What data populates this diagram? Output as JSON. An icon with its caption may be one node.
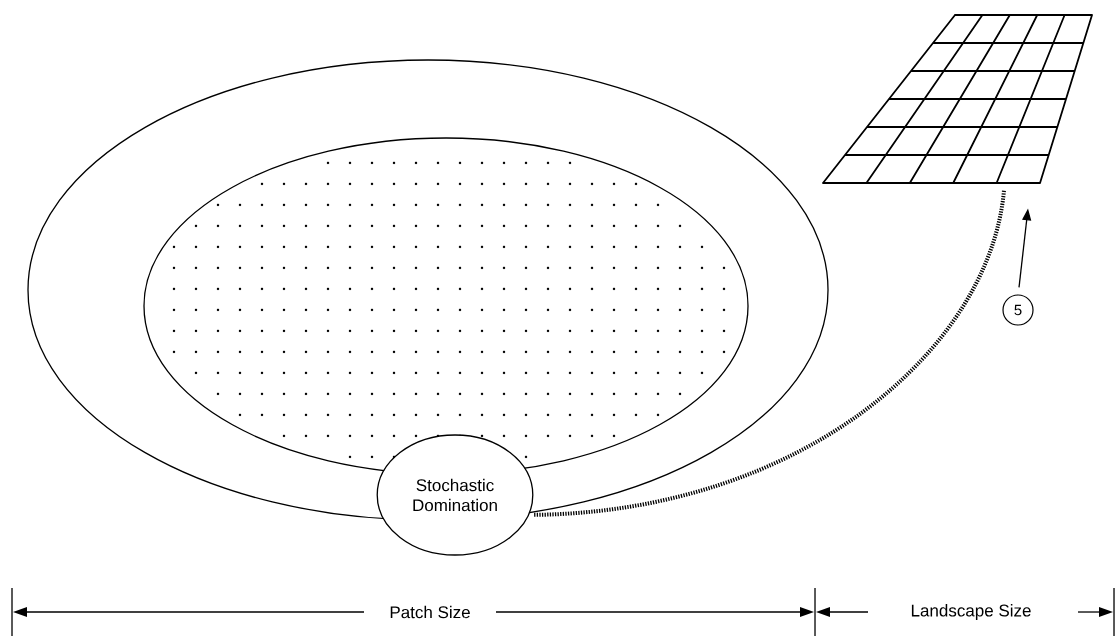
{
  "diagram": {
    "nodes": [
      {
        "text": [],
        "shape": "ellipse"
      },
      {
        "text": [],
        "shape": "ellipse",
        "in": 0
      },
      {
        "text": [
          "Stochastic Domination"
        ]
      },
      {
        "text": [],
        "shape": "picture"
      },
      {
        "text": [
          "5"
        ]
      }
    ],
    "edges": [
      {
        "from": 2,
        "to": 3,
        "arrow": "none",
        "style": "dashed"
      },
      {
        "from": 4,
        "to": null,
        "arrow": "to"
      }
    ],
    "labels": [
      "Patch Size",
      "Landscape Size"
    ]
  }
}
